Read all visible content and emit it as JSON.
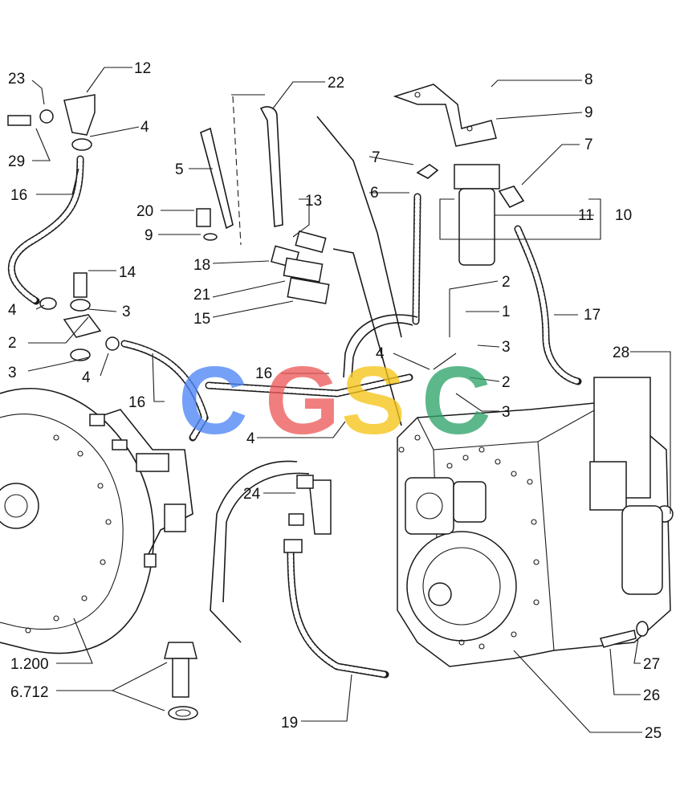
{
  "callouts": [
    "23",
    "12",
    "29",
    "4",
    "16",
    "5",
    "22",
    "20",
    "9",
    "13",
    "18",
    "21",
    "15",
    "14",
    "3",
    "2",
    "7",
    "6",
    "8",
    "10",
    "11",
    "1",
    "17",
    "28",
    "24",
    "1.200",
    "6.712",
    "19",
    "27",
    "26",
    "25"
  ],
  "watermark": {
    "letters": [
      "C",
      "G",
      "S",
      "C"
    ],
    "colors": [
      "#4f86f7",
      "#ee5a5a",
      "#f5c518",
      "#2fa56a"
    ]
  }
}
